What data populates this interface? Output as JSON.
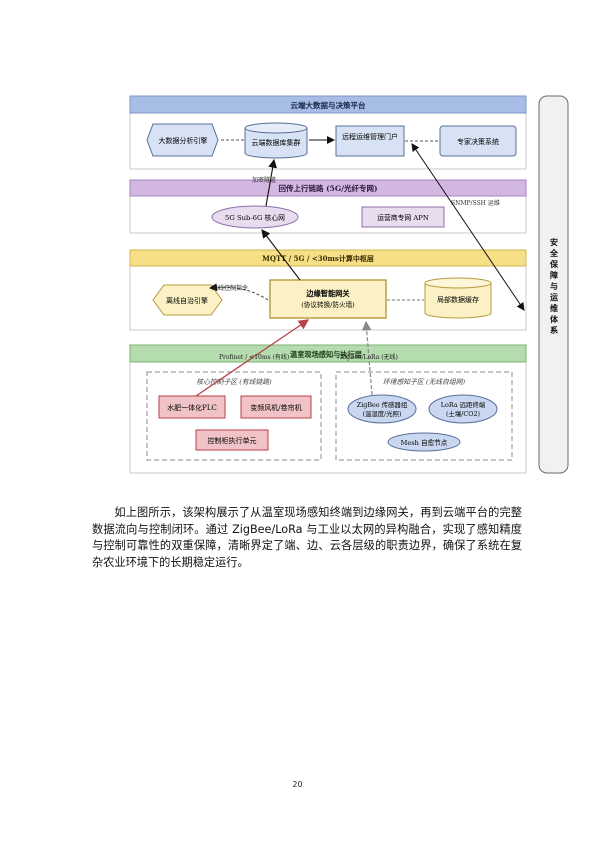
{
  "figure": {
    "layers": {
      "cloud": "云端大数据与决策平台",
      "uplink": "回传上行链路 (5G/光纤专网)",
      "edge": "MQTT / 5G / <30ms计算中枢层",
      "field": "温室现场感知与执行层"
    },
    "cloud_nodes": {
      "analytics": "大数据分析引擎",
      "db": "云端数据库集群",
      "portal": "远程运维管理门户",
      "expert": "专家决策系统"
    },
    "uplink_nodes": {
      "core": "5G Sub-6G 核心网",
      "apn": "运营商专网 APN"
    },
    "edge_nodes": {
      "offline": "离线自治引擎",
      "gateway_title": "边缘智能网关",
      "gateway_sub": "(协议转换/防火墙)",
      "cache": "局部数据缓存"
    },
    "field_left": {
      "title": "核心控制子区 (有线链路)",
      "plc": "水肥一体化PLC",
      "fan": "变频风机/卷帘机",
      "cabinet": "控制柜执行单元"
    },
    "field_right": {
      "title": "环境感知子区 (无线自组网)",
      "zigbee_1": "ZigBee 传感器组",
      "zigbee_2": "(温湿度/光照)",
      "lora_1": "LoRa 远距终端",
      "lora_2": "(土壤/CO2)",
      "mesh": "Mesh 自愈节点"
    },
    "side_panel": "安全保障与运维体系",
    "links": {
      "encrypted": "加密隧道",
      "snmp": "SNMP/SSH 运维",
      "offline_cmd": "离线控制指令",
      "profinet": "Profinet / <10ms (有线)",
      "zigbee_lora": "ZigBee/LoRa (无线)"
    }
  },
  "paragraph": "如上图所示，该架构展示了从温室现场感知终端到边缘网关，再到云端平台的完整数据流向与控制闭环。通过 ZigBee/LoRa 与工业以太网的异构融合，实现了感知精度与控制可靠性的双重保障，清晰界定了端、边、云各层级的职责边界，确保了系统在复杂农业环境下的长期稳定运行。",
  "page_number": "20",
  "colors": {
    "cloud_header": "#a7bde6",
    "uplink_header": "#d3b7e3",
    "edge_header": "#f6df86",
    "field_header": "#b5dcae",
    "cloud_node": "#d7e2f4",
    "edge_node": "#fbf1c4",
    "actuator": "#f1c3c6",
    "sensor": "#c9d8f0"
  }
}
